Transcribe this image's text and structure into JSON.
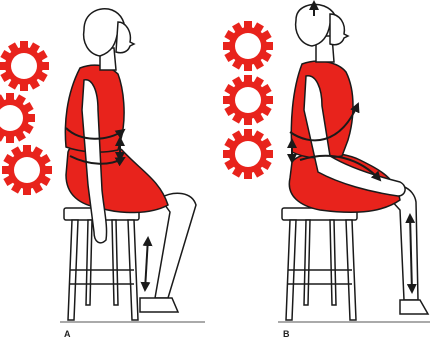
{
  "figure": {
    "panels": [
      {
        "label": "A"
      },
      {
        "label": "B"
      }
    ]
  },
  "colors": {
    "garment": "#e8231c",
    "gear": "#e8231c",
    "outline": "#1a1a1a",
    "background": "#ffffff",
    "floor": "#555555"
  },
  "icons": [
    "gear-icon",
    "posture-arrow-icon"
  ],
  "content": {
    "panel_a_gears": 3,
    "panel_b_gears": 3
  }
}
